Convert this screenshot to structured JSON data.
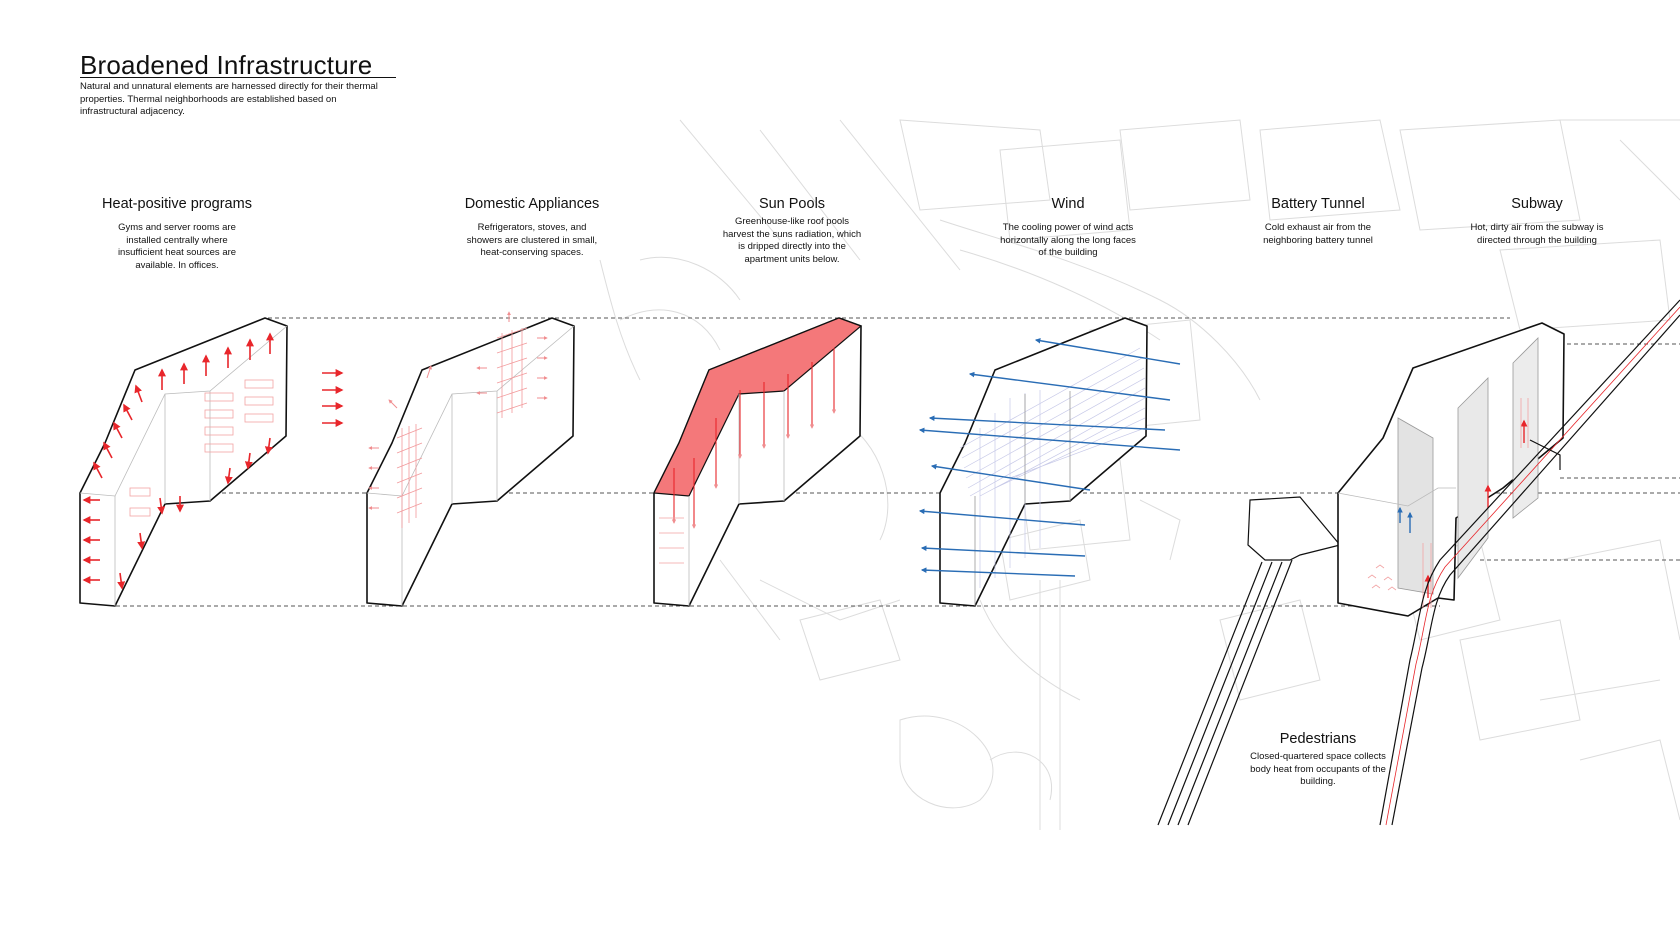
{
  "header": {
    "title": "Broadened Infrastructure",
    "subtitle": "Natural and unnatural elements are harnessed directly for their thermal properties. Thermal neighborhoods are established based on infrastructural adjacency."
  },
  "panels": [
    {
      "id": "heat",
      "title": "Heat-positive programs",
      "desc": "Gyms and server rooms are installed centrally where insufficient heat sources are available. In offices."
    },
    {
      "id": "domestic",
      "title": "Domestic Appliances",
      "desc": "Refrigerators, stoves, and showers are clustered in small, heat-conserving spaces."
    },
    {
      "id": "sun",
      "title": "Sun Pools",
      "desc": "Greenhouse-like roof pools harvest the suns radiation, which is dripped directly into the apartment units below."
    },
    {
      "id": "wind",
      "title": "Wind",
      "desc": "The cooling power of wind acts horizontally along the long faces of the building"
    },
    {
      "id": "battery",
      "title": "Battery Tunnel",
      "desc": "Cold exhaust air from the neighboring battery tunnel"
    },
    {
      "id": "subway",
      "title": "Subway",
      "desc": "Hot, dirty air from the subway is directed through the building"
    }
  ],
  "pedestrians": {
    "title": "Pedestrians",
    "desc": "Closed-quartered space collects body heat from occupants of the building."
  },
  "colors": {
    "heat": "#e8262b",
    "sun_fill": "#f4787a",
    "wind": "#2a6db5",
    "map_line": "#d9d9d9",
    "outline": "#111111"
  },
  "icons": [
    "up-arrow-icon",
    "side-arrow-icon",
    "wind-arrow-icon",
    "drip-arrow-icon"
  ]
}
